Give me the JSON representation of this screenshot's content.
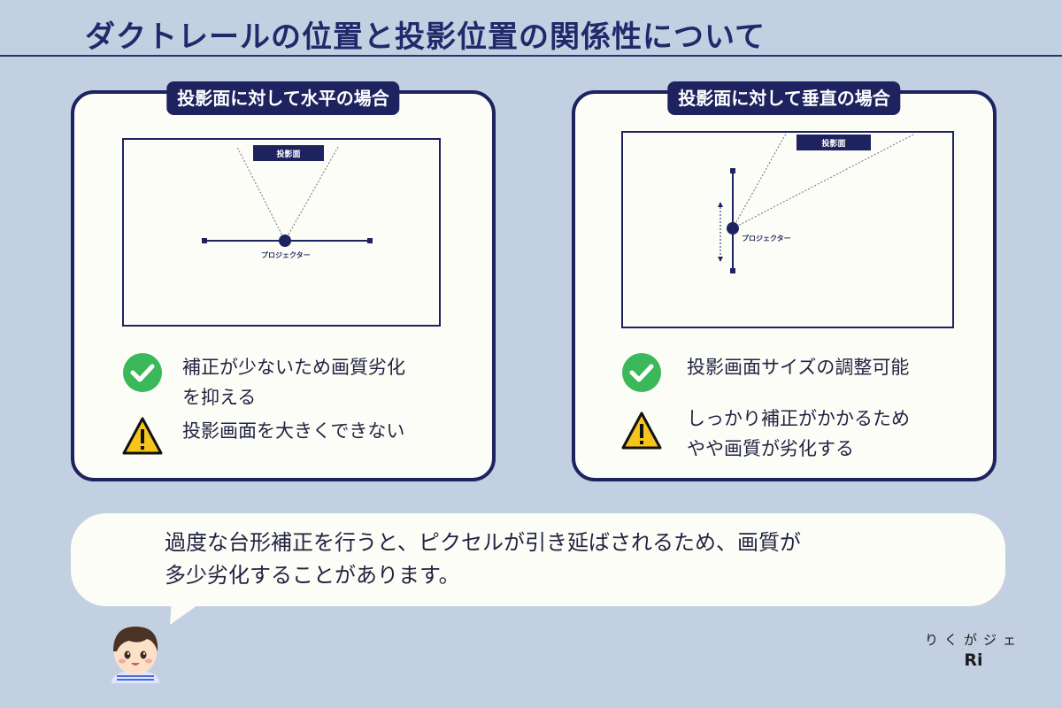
{
  "title": "ダクトレールの位置と投影位置の関係性について",
  "panels": {
    "left": {
      "heading": "投影面に対して水平の場合",
      "screen_label": "投影面",
      "projector_label": "プロジェクター",
      "pros": {
        "icon": "check-circle-icon",
        "text": "補正が少ないため画質劣化\nを抑える"
      },
      "cons": {
        "icon": "warning-triangle-icon",
        "text": "投影画面を大きくできない"
      }
    },
    "right": {
      "heading": "投影面に対して垂直の場合",
      "screen_label": "投影面",
      "projector_label": "プロジェクター",
      "pros": {
        "icon": "check-circle-icon",
        "text": "投影画面サイズの調整可能"
      },
      "cons": {
        "icon": "warning-triangle-icon",
        "text": "しっかり補正がかかるため\nやや画質が劣化する"
      }
    }
  },
  "speech": {
    "text": "過度な台形補正を行うと、ピクセルが引き延ばされるため、画質が\n多少劣化することがあります。"
  },
  "logo": {
    "kana": "りくがジェ",
    "mark": "Ri"
  },
  "colors": {
    "background": "#c2d0e1",
    "navy": "#1e2360",
    "panel": "#fdfdf8",
    "check_green": "#3bb85a",
    "warning_yellow": "#f5c51b"
  }
}
